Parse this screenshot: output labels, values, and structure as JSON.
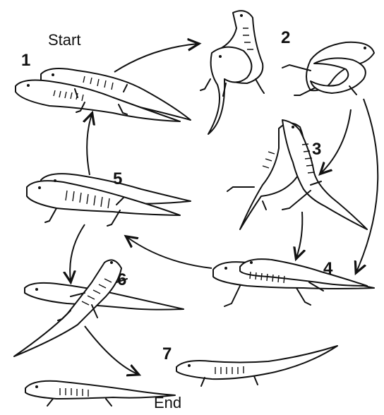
{
  "labels": {
    "start": "Start",
    "end": "End",
    "stages": [
      "1",
      "2",
      "3",
      "4",
      "5",
      "6",
      "7"
    ]
  },
  "colors": {
    "ink": "#111111",
    "background": "#ffffff"
  }
}
